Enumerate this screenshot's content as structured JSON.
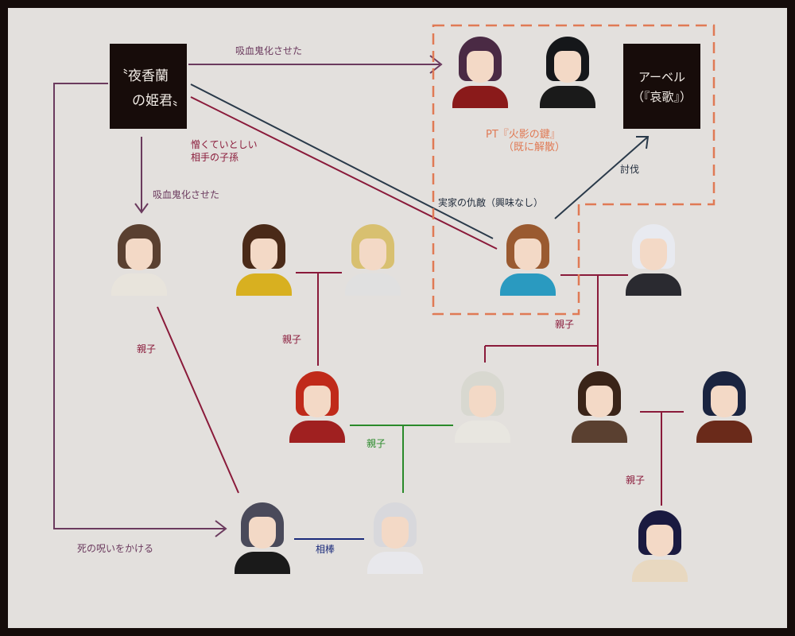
{
  "princess_box": {
    "line1": "〝夜香蘭",
    "line2": "の姫君〟"
  },
  "abel_box": {
    "line1": "アーベル",
    "line2": "（『哀歌』）"
  },
  "party_label": {
    "line1": "PT『火影の鍵』",
    "line2": "（既に解散）"
  },
  "labels": {
    "vamp_top": "吸血鬼化させた",
    "vamp_left": "吸血鬼化させた",
    "hate1": "憎くていとしい",
    "hate2": "相手の子孫",
    "enemy": "実家の仇敵（興味なし）",
    "subjugate": "討伐",
    "parent_left": "親子",
    "parent_mid": "親子",
    "parent_right": "親子",
    "parent_green": "親子",
    "parent_bottom": "親子",
    "partner": "相棒",
    "curse": "死の呪いをかける"
  },
  "colors": {
    "purple": "#6b3a5e",
    "crimson": "#8a1a3a",
    "navy": "#2a3a4a",
    "green": "#2a8a2a",
    "blue": "#1a2a7a",
    "orange": "#e07a55"
  },
  "portraits": [
    {
      "hair": "#4a2a44",
      "body": "#8a1a1a"
    },
    {
      "hair": "#15171a",
      "body": "#1a1a1a"
    },
    {
      "hair": "#5a4030",
      "body": "#e8e4dc"
    },
    {
      "hair": "#4a2a18",
      "body": "#d8b020"
    },
    {
      "hair": "#d8c070",
      "body": "#e0e0e0"
    },
    {
      "hair": "#9a5a30",
      "body": "#2a9ac0"
    },
    {
      "hair": "#e8eaf0",
      "body": "#2a2a30"
    },
    {
      "hair": "#c02a1a",
      "body": "#a02020"
    },
    {
      "hair": "#d8d8d0",
      "body": "#e8e6e0"
    },
    {
      "hair": "#3a2418",
      "body": "#5a4030"
    },
    {
      "hair": "#1a2440",
      "body": "#6a2a1a"
    },
    {
      "hair": "#4a4a5a",
      "body": "#1a1a1a"
    },
    {
      "hair": "#d8d8dc",
      "body": "#e8e8ec"
    },
    {
      "hair": "#1a1a40",
      "body": "#e8d8c0"
    }
  ]
}
